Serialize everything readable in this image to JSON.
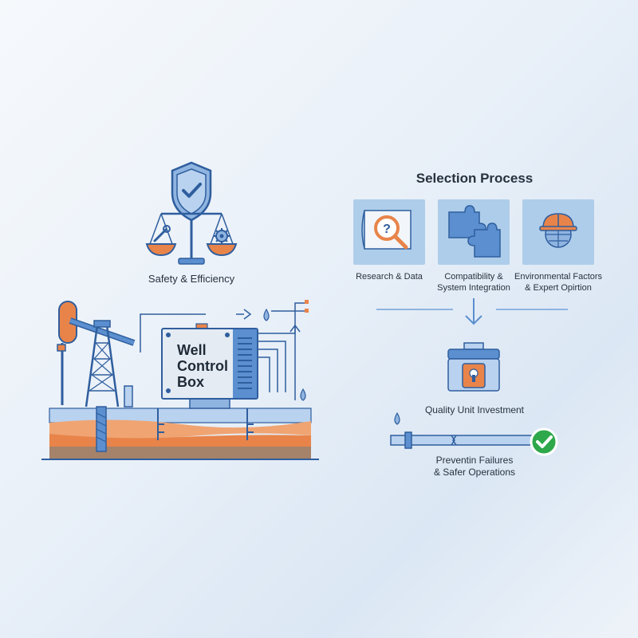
{
  "left": {
    "safety_label": "Safety & Efficiency",
    "control_box": [
      "Well",
      "Control",
      "Box"
    ]
  },
  "right": {
    "title": "Selection Process",
    "cards": [
      {
        "label_lines": [
          "Research & Data"
        ],
        "icon": "map-search-icon"
      },
      {
        "label_lines": [
          "Compatibility &",
          "System Integration"
        ],
        "icon": "puzzle-icon"
      },
      {
        "label_lines": [
          "Environmental Factors",
          "& Expert Opirtion"
        ],
        "icon": "hardhat-globe-icon"
      }
    ],
    "quality_label": "Quality Unit Investment",
    "outcome": [
      "Preventin Failures",
      "& Safer Operations"
    ]
  },
  "colors": {
    "blue": "#5b8fcf",
    "dark_blue": "#2f5e9e",
    "orange": "#e8844a",
    "card_bg": "#aecdea",
    "green": "#2ea84a"
  }
}
